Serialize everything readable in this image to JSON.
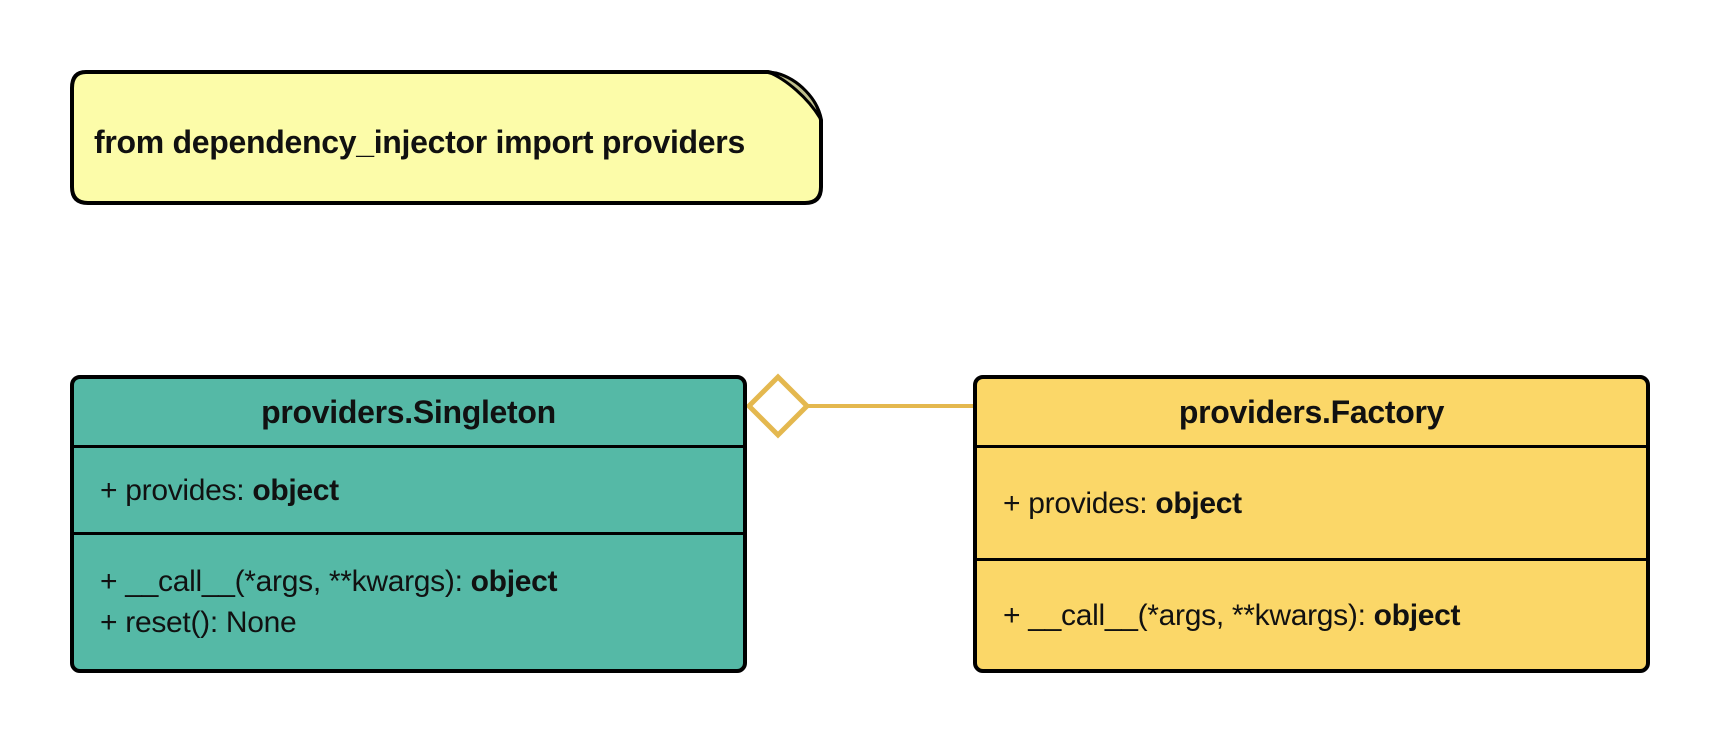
{
  "note": {
    "text": "from dependency_injector import providers",
    "fill": "#FCFCA9",
    "fold_fill": "#BFBF8C",
    "border_color": "#000000"
  },
  "classes": [
    {
      "title": "providers.Singleton",
      "fill": "#55B9A6",
      "attributes": [
        {
          "text": "+ provides: ",
          "bold": "object"
        }
      ],
      "methods": [
        {
          "text": "+ __call__(*args, **kwargs): ",
          "bold": "object"
        },
        {
          "text": "+ reset(): None",
          "bold": ""
        }
      ]
    },
    {
      "title": "providers.Factory",
      "fill": "#FBD768",
      "attributes": [
        {
          "text": "+ provides: ",
          "bold": "object"
        }
      ],
      "methods": [
        {
          "text": "+ __call__(*args, **kwargs): ",
          "bold": "object"
        }
      ]
    }
  ],
  "connector": {
    "kind": "aggregation",
    "color": "#E4B84F",
    "diamond_fill": "#FFFFFF"
  }
}
